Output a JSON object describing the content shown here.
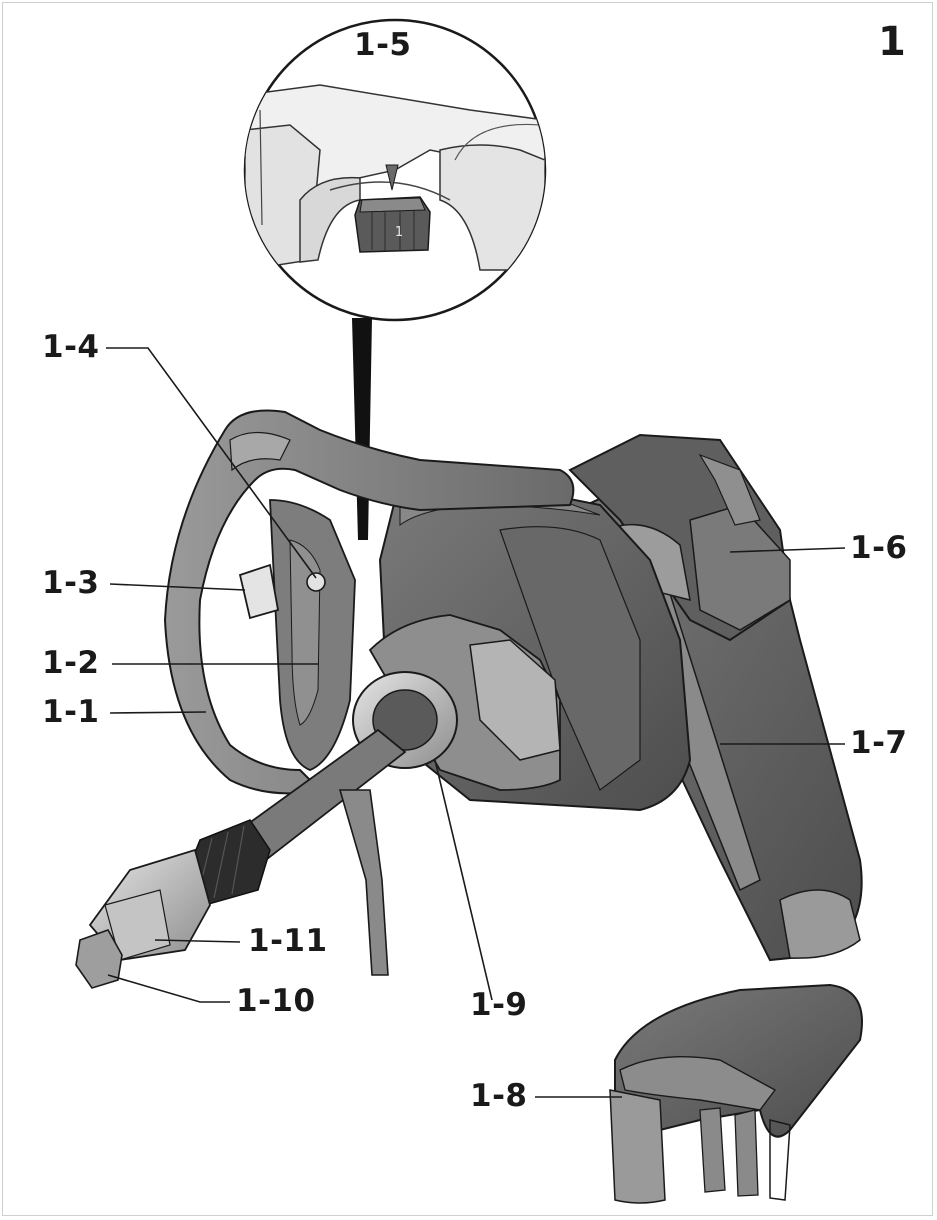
{
  "figure": {
    "number": "1",
    "callouts": {
      "c1_1": "1-1",
      "c1_2": "1-2",
      "c1_3": "1-3",
      "c1_4": "1-4",
      "c1_5": "1-5",
      "c1_6": "1-6",
      "c1_7": "1-7",
      "c1_8": "1-8",
      "c1_9": "1-9",
      "c1_10": "1-10",
      "c1_11": "1-11"
    },
    "detail_marks": {
      "dial_digit": "1"
    }
  },
  "colors": {
    "body_dark": "#5a5a5a",
    "body_mid": "#747474",
    "grip_light": "#8c8c8c",
    "metal": "#c8c8c8",
    "line": "#1a1a1a"
  }
}
